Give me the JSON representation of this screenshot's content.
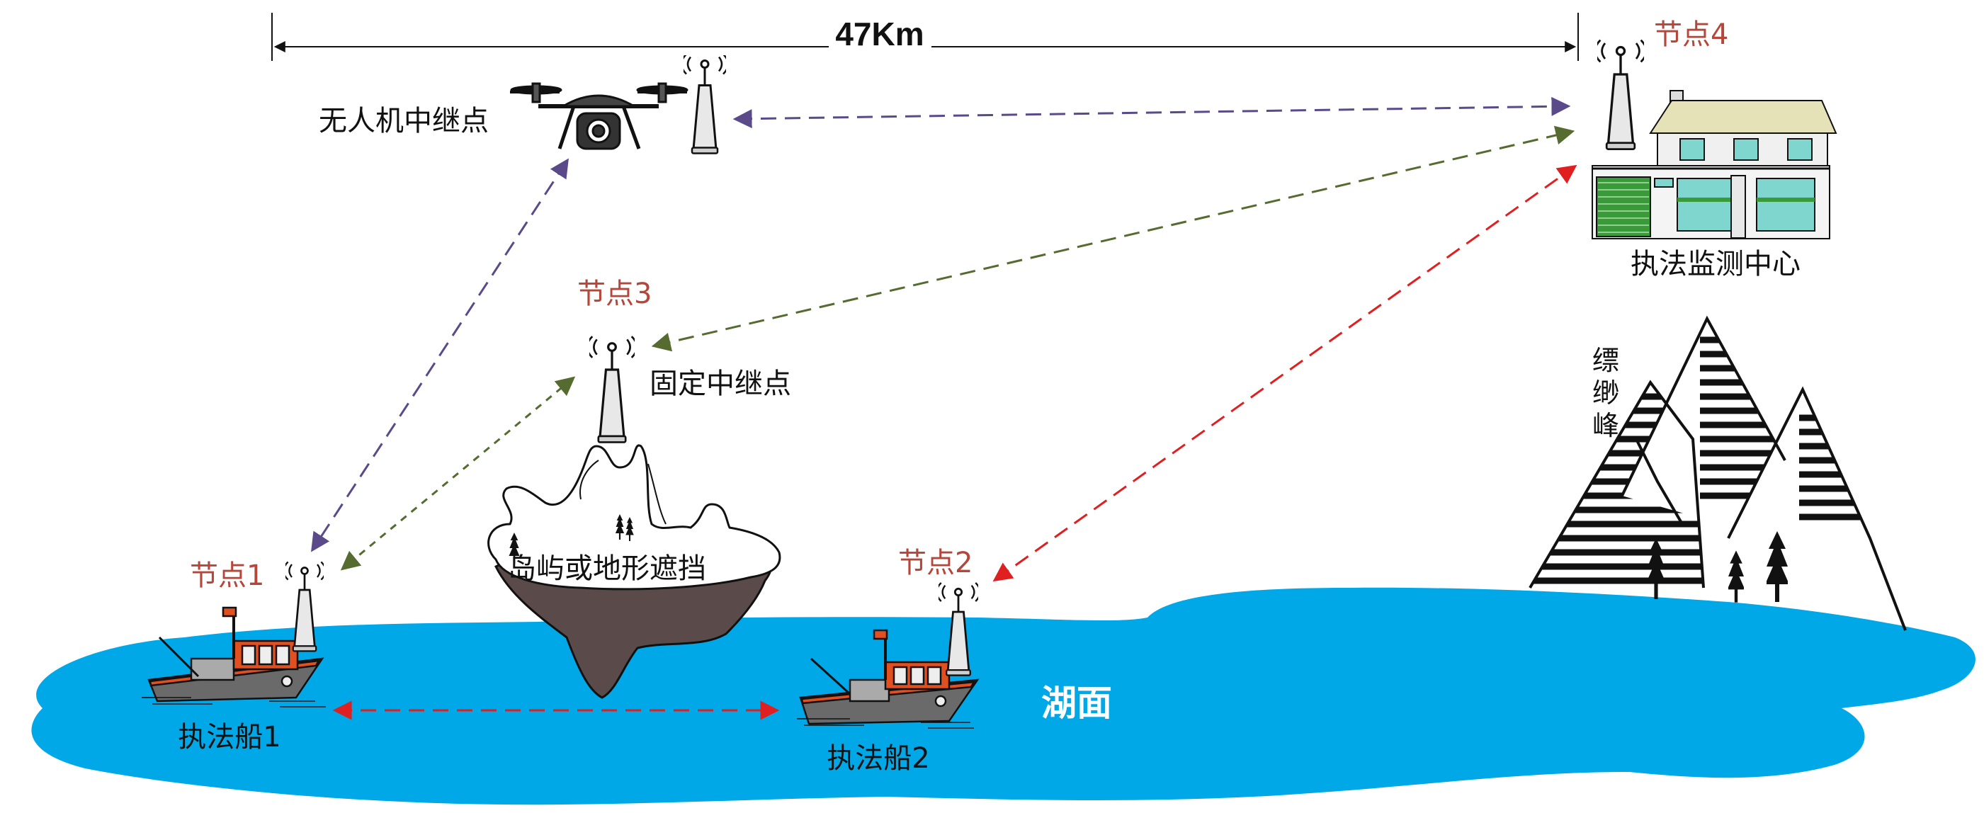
{
  "distance_label": "47Km",
  "lake_label": "湖面",
  "labels": {
    "drone_relay": "无人机中继点",
    "fixed_relay": "固定中继点",
    "island": "岛屿或地形遮挡",
    "center": "执法监测中心",
    "ship1": "执法船1",
    "ship2": "执法船2",
    "mountain": [
      "缥",
      "缈",
      "峰"
    ]
  },
  "nodes": {
    "node1": "节点1",
    "node2": "节点2",
    "node3": "节点3",
    "node4": "节点4"
  },
  "colors": {
    "lake": "#00a8e8",
    "node_label": "#b5463a",
    "link_purple": "#5a4a8a",
    "link_green": "#556b2f",
    "link_red": "#e02020"
  }
}
